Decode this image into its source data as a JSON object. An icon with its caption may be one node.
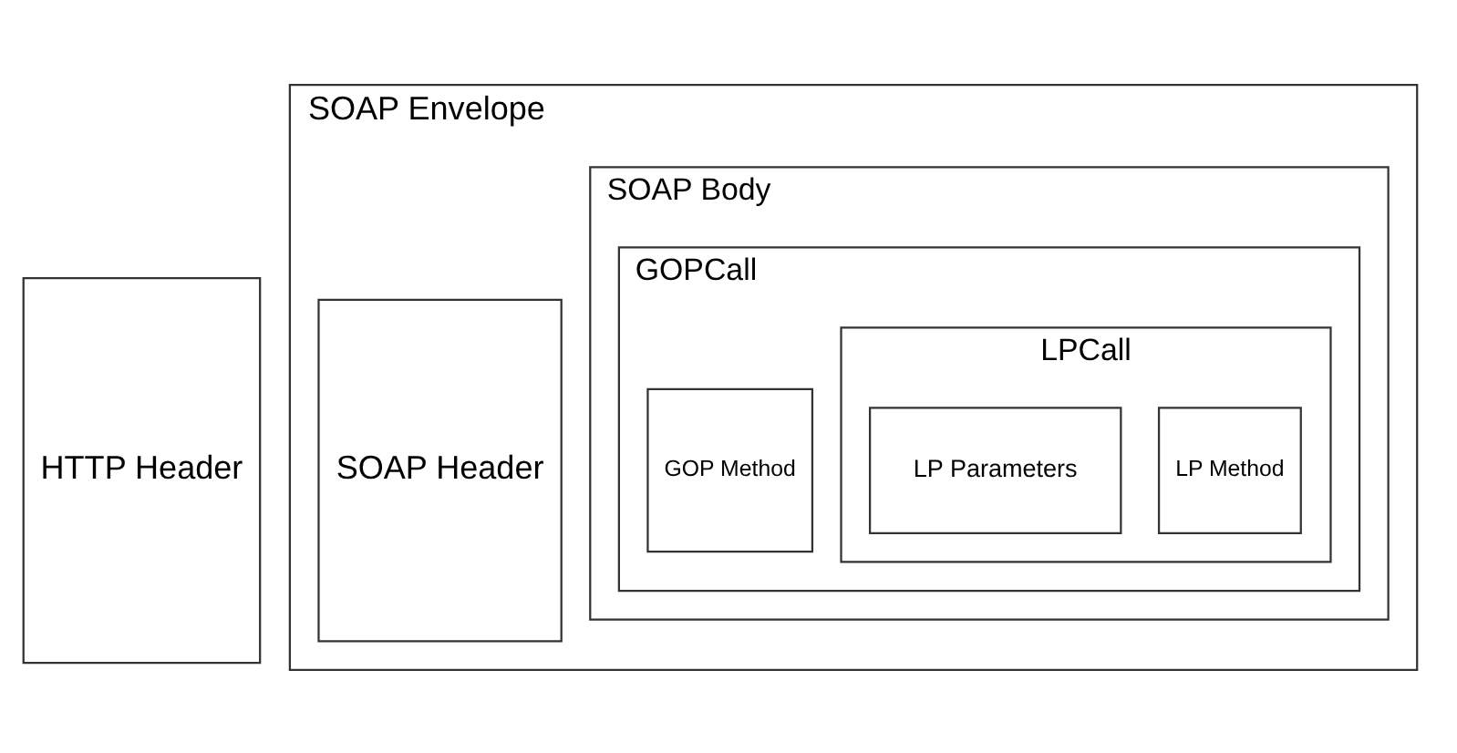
{
  "diagram": {
    "nodes": [
      {
        "text": [
          "HTTP Header"
        ]
      },
      {
        "text": [
          "SOAP Envelope"
        ]
      },
      {
        "text": [
          "SOAP Header"
        ],
        "in": 1
      },
      {
        "text": [
          "SOAP Body"
        ],
        "in": 1
      },
      {
        "text": [
          "GOPCall"
        ],
        "in": 3
      },
      {
        "text": [
          "GOP Method"
        ],
        "in": 4
      },
      {
        "text": [
          "LPCall"
        ],
        "in": 4
      },
      {
        "text": [
          "LP Method"
        ],
        "in": 6
      },
      {
        "text": [
          "LP Parameters"
        ],
        "in": 6
      }
    ],
    "edges": []
  }
}
